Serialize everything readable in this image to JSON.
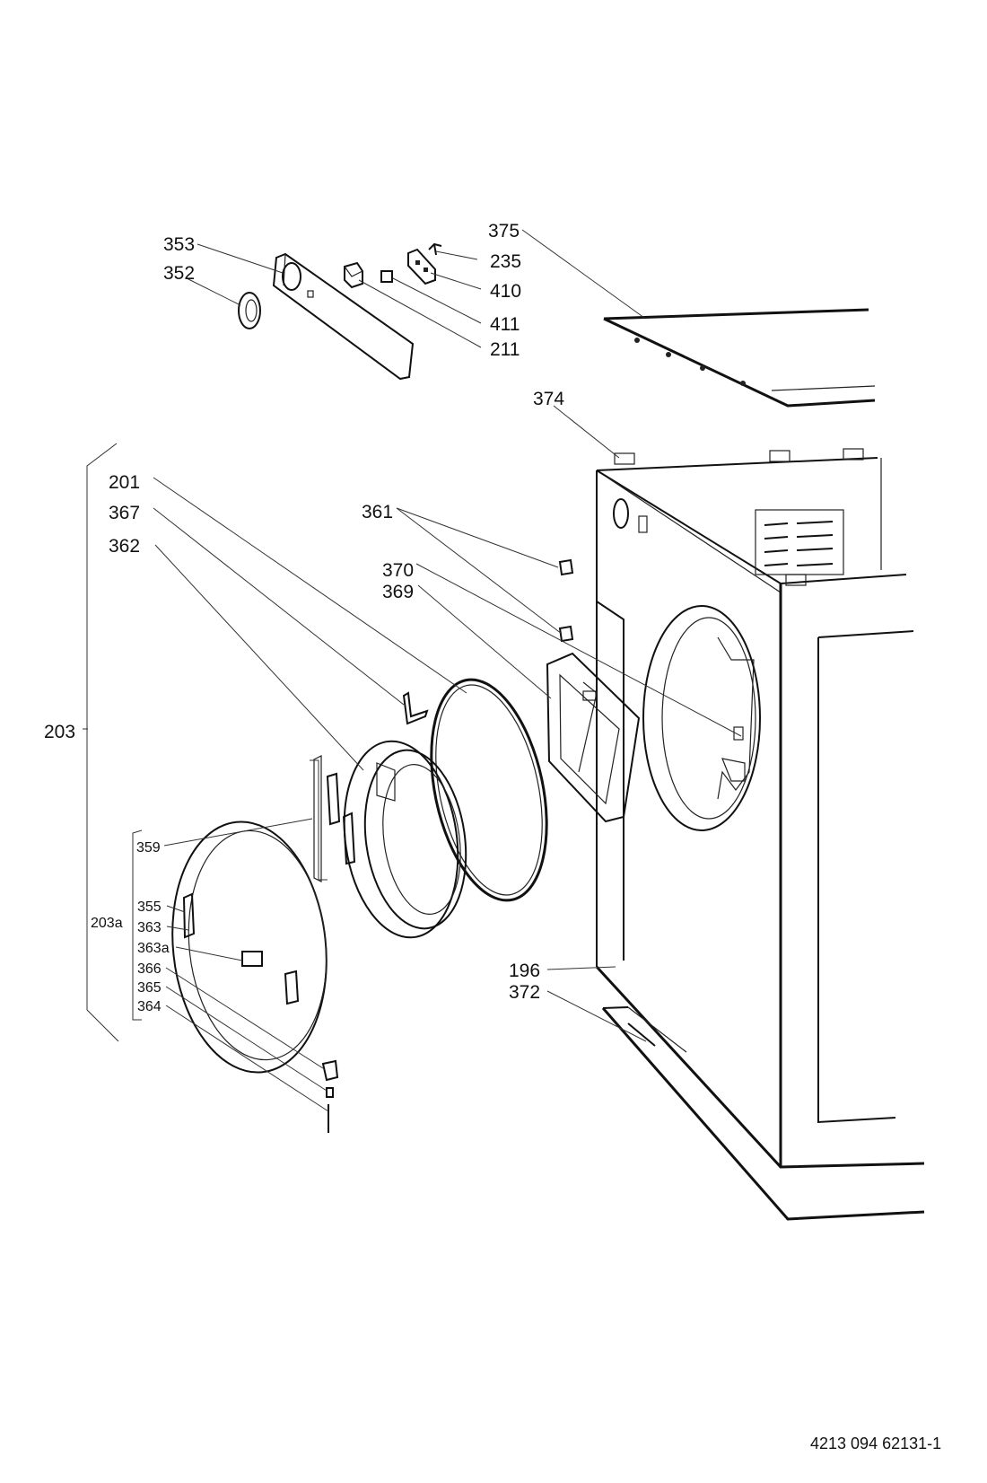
{
  "labels": {
    "p375": "375",
    "p353": "353",
    "p235": "235",
    "p352": "352",
    "p410": "410",
    "p411": "411",
    "p211": "211",
    "p374": "374",
    "p201": "201",
    "p367": "367",
    "p362": "362",
    "p361": "361",
    "p370": "370",
    "p369": "369",
    "p203": "203",
    "p359": "359",
    "p203a": "203a",
    "p355": "355",
    "p363": "363",
    "p363a": "363a",
    "p366": "366",
    "p365": "365",
    "p364": "364",
    "p196": "196",
    "p372": "372"
  },
  "reference": "4213 094 62131-1"
}
